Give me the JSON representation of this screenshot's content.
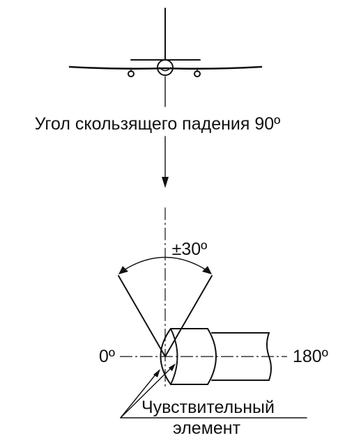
{
  "labels": {
    "title": "Угол скользящего падения 90º",
    "angle": "±30º",
    "left_angle": "0º",
    "right_angle": "180º",
    "sensor_line1": "Чувствительный",
    "sensor_line2": "элемент"
  },
  "colors": {
    "ink": "#111111",
    "background": "#ffffff"
  }
}
